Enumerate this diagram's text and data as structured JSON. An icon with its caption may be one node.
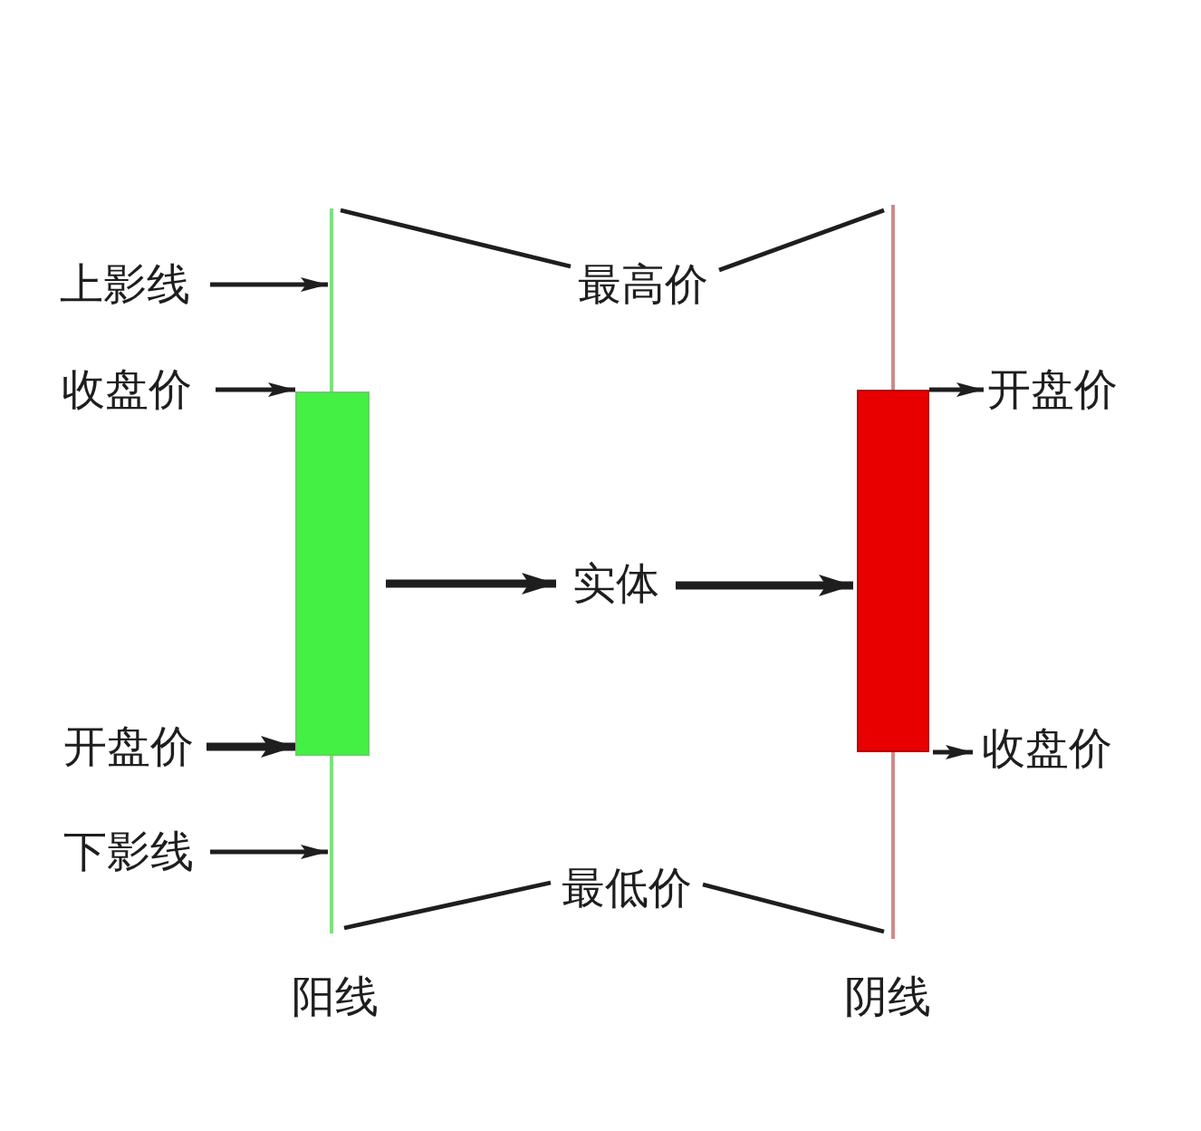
{
  "diagram": {
    "nodes": [
      {
        "text": [
          "上影线"
        ]
      },
      {
        "text": [
          "收盘价"
        ]
      },
      {
        "text": [
          "开盘价"
        ]
      },
      {
        "text": [
          "下影线"
        ]
      },
      {
        "text": [],
        "shape": "line"
      },
      {
        "text": [],
        "shape": "box"
      },
      {
        "text": [],
        "shape": "line"
      },
      {
        "text": [
          "最高价"
        ]
      },
      {
        "text": [
          "实体"
        ]
      },
      {
        "text": [
          "最低价"
        ]
      },
      {
        "text": [],
        "shape": "line"
      },
      {
        "text": [],
        "shape": "box"
      },
      {
        "text": [],
        "shape": "line"
      },
      {
        "text": [
          "开盘价"
        ]
      },
      {
        "text": [
          "收盘价"
        ]
      }
    ],
    "edges": [
      {
        "from": 0,
        "to": 4,
        "arrow": "to"
      },
      {
        "from": 1,
        "to": 5,
        "arrow": "to"
      },
      {
        "from": 2,
        "to": 5,
        "arrow": "to",
        "style": "thick"
      },
      {
        "from": 3,
        "to": 6,
        "arrow": "to"
      },
      {
        "from": 7,
        "to": 4,
        "arrow": "none"
      },
      {
        "from": 7,
        "to": 10,
        "arrow": "none"
      },
      {
        "from": 5,
        "to": 8,
        "arrow": "to",
        "style": "thick"
      },
      {
        "from": 8,
        "to": 11,
        "arrow": "to",
        "style": "thick"
      },
      {
        "from": 9,
        "to": 6,
        "arrow": "none"
      },
      {
        "from": 9,
        "to": 12,
        "arrow": "none"
      },
      {
        "from": 11,
        "to": 13,
        "arrow": "to"
      },
      {
        "from": 11,
        "to": 14,
        "arrow": "to"
      }
    ],
    "labels": [
      "阳线",
      "阴线"
    ]
  }
}
